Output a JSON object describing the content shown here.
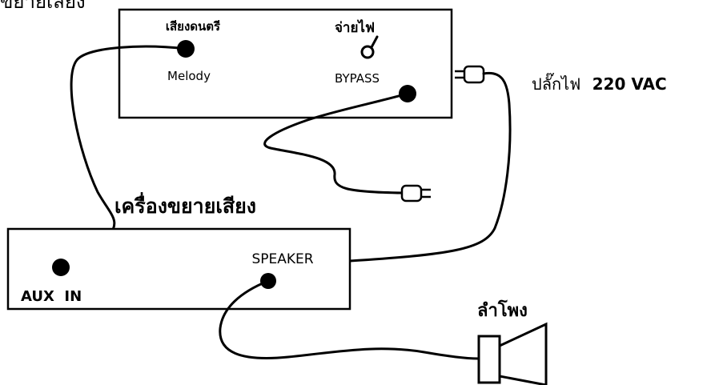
{
  "top_title": "ขยายเสียง",
  "music_box": {
    "melody_label_th": "เสียงดนตรี",
    "melody_label_en": "Melody",
    "power_label_th": "จ่ายไฟ",
    "bypass_label": "BYPASS"
  },
  "mains": {
    "label_prefix": "ปลั๊กไฟ",
    "voltage": "220 VAC"
  },
  "amplifier": {
    "title": "เครื่องขยายเสียง",
    "aux_label": "AUX  IN",
    "speaker_label": "SPEAKER"
  },
  "speaker": {
    "label": "ลำโพง"
  }
}
